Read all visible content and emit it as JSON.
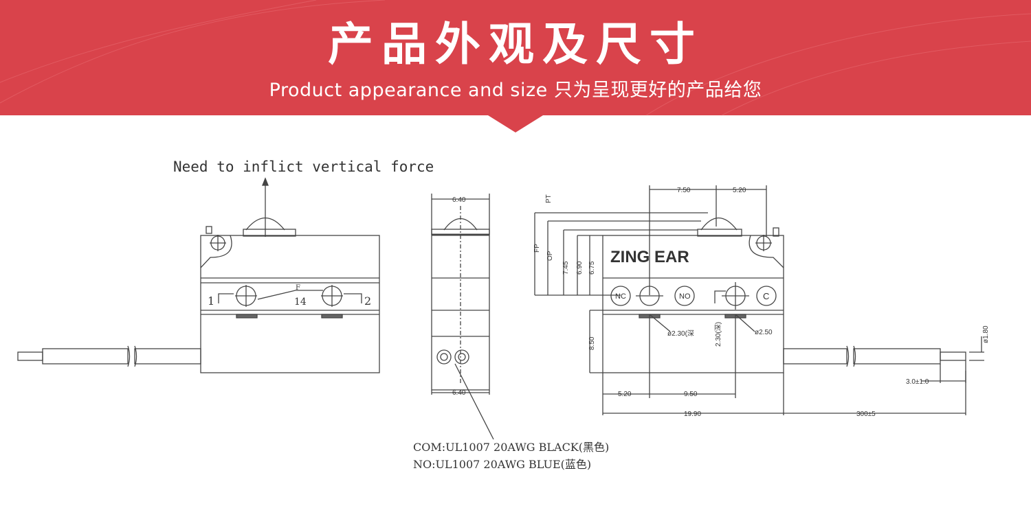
{
  "header": {
    "title": "产品外观及尺寸",
    "subtitle": "Product appearance and size 只为呈现更好的产品给您",
    "bg_color": "#d9434b"
  },
  "drawing": {
    "force_note": "Need to inflict vertical force",
    "brand": "ZING EAR",
    "terminals": {
      "left1": "1",
      "mid": "14",
      "right": "2",
      "f": "F"
    },
    "circle_labels": {
      "nc": "NC",
      "no": "NO",
      "c": "C"
    },
    "dims": {
      "side_top": "6.40",
      "side_bottom": "6.40",
      "top_left": "7.50",
      "top_right": "5.20",
      "v_pt": "PT",
      "v_fp": "FP",
      "v_op": "OP",
      "v_745": "7.45",
      "v_690": "6.90",
      "v_675": "6.75",
      "v_850": "8.50",
      "hole1": "ø2.30(深",
      "hole2": "ø2.50",
      "hole_depth": "2.30(深)",
      "bottom_520": "5.20",
      "bottom_950": "9.50",
      "bottom_1990": "19.90",
      "wire_len": "300±5",
      "wire_strip": "3.0±1.0",
      "wire_dia": "ø1.80"
    },
    "wire_notes": {
      "com": "COM:UL1007 20AWG BLACK(黑色)",
      "no": "NO:UL1007 20AWG BLUE(蓝色)"
    }
  }
}
